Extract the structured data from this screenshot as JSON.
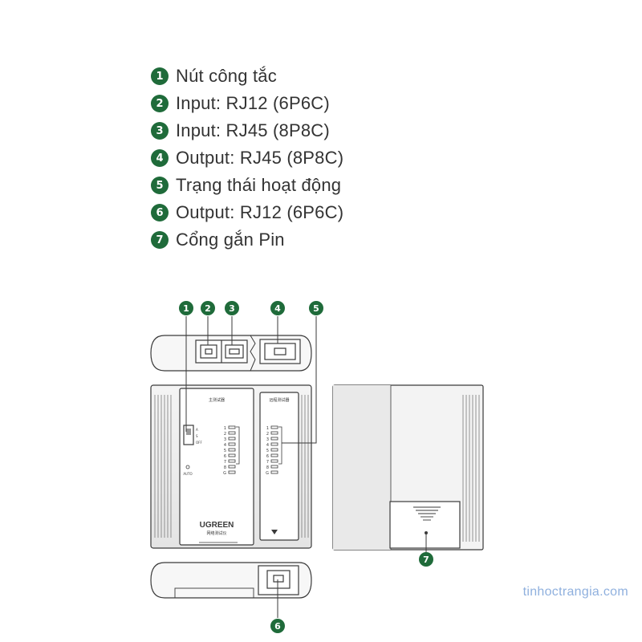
{
  "legend": [
    {
      "num": "1",
      "label": "Nút công tắc"
    },
    {
      "num": "2",
      "label": "Input: RJ12 (6P6C)"
    },
    {
      "num": "3",
      "label": "Input: RJ45 (8P8C)"
    },
    {
      "num": "4",
      "label": "Output: RJ45 (8P8C)"
    },
    {
      "num": "5",
      "label": "Trạng thái hoạt động"
    },
    {
      "num": "6",
      "label": "Output: RJ12 (6P6C)"
    },
    {
      "num": "7",
      "label": "Cổng gắn Pin"
    }
  ],
  "callouts": [
    "1",
    "2",
    "3",
    "4",
    "5",
    "6",
    "7"
  ],
  "device": {
    "main_unit_title": "主测试器",
    "remote_unit_title": "远程测试器",
    "switch_labels": [
      "A",
      "S",
      "OFF"
    ],
    "auto_label": "AUTO",
    "brand": "UGREEN",
    "brand_sub": "网络测试仪",
    "led_labels": [
      "1",
      "2",
      "3",
      "4",
      "5",
      "6",
      "7",
      "8",
      "G"
    ]
  },
  "watermark": "tinhoctrangia.com",
  "colors": {
    "badge": "#1f6b3a",
    "line": "#3a3a3a",
    "watermark": "#8fb0de"
  }
}
